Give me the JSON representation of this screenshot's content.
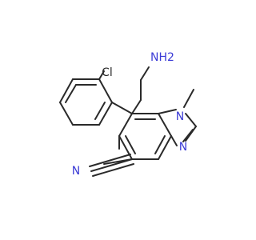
{
  "molecule": {
    "atom_labels": {
      "amine": "NH2",
      "chloro": "Cl",
      "methyl_n": "N",
      "imidazole_n": "N",
      "nitrile_n": "N"
    },
    "colors": {
      "bond": "#2a2a2a",
      "nitrogen": "#3b3bd6",
      "chlorine": "#2a2a2a",
      "background": "#ffffff"
    }
  }
}
